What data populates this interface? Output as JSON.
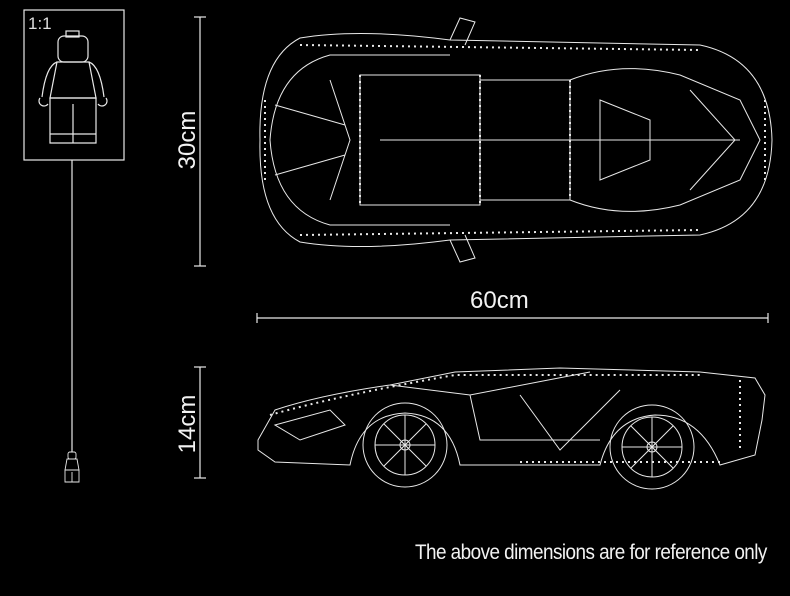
{
  "scale_label": "1:1",
  "dimensions": {
    "height_top_view": "30cm",
    "length": "60cm",
    "height_side_view": "14cm"
  },
  "footnote": "The above dimensions are for reference only",
  "colors": {
    "background": "#000000",
    "lines": "#e8e8e8"
  }
}
